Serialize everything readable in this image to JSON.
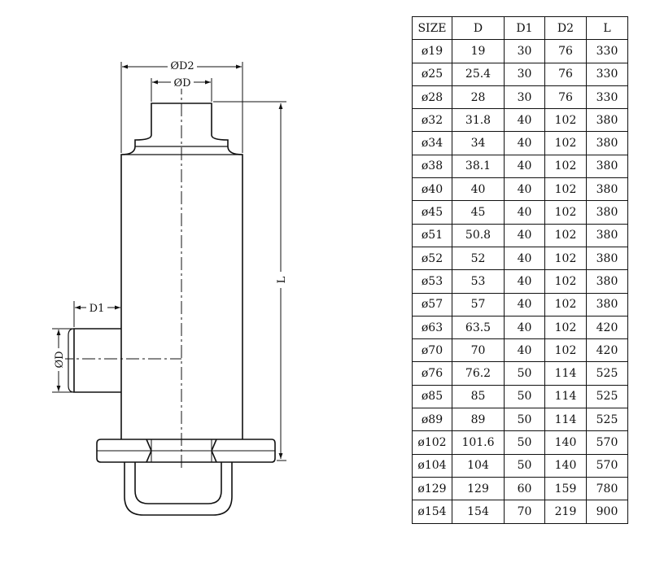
{
  "drawing": {
    "labels": {
      "d2": "ØD2",
      "d_top": "ØD",
      "d1": "D1",
      "d_side": "ØD",
      "l": "L"
    }
  },
  "table": {
    "headers": [
      "SIZE",
      "D",
      "D1",
      "D2",
      "L"
    ],
    "rows": [
      [
        "ø19",
        "19",
        "30",
        "76",
        "330"
      ],
      [
        "ø25",
        "25.4",
        "30",
        "76",
        "330"
      ],
      [
        "ø28",
        "28",
        "30",
        "76",
        "330"
      ],
      [
        "ø32",
        "31.8",
        "40",
        "102",
        "380"
      ],
      [
        "ø34",
        "34",
        "40",
        "102",
        "380"
      ],
      [
        "ø38",
        "38.1",
        "40",
        "102",
        "380"
      ],
      [
        "ø40",
        "40",
        "40",
        "102",
        "380"
      ],
      [
        "ø45",
        "45",
        "40",
        "102",
        "380"
      ],
      [
        "ø51",
        "50.8",
        "40",
        "102",
        "380"
      ],
      [
        "ø52",
        "52",
        "40",
        "102",
        "380"
      ],
      [
        "ø53",
        "53",
        "40",
        "102",
        "380"
      ],
      [
        "ø57",
        "57",
        "40",
        "102",
        "380"
      ],
      [
        "ø63",
        "63.5",
        "40",
        "102",
        "420"
      ],
      [
        "ø70",
        "70",
        "40",
        "102",
        "420"
      ],
      [
        "ø76",
        "76.2",
        "50",
        "114",
        "525"
      ],
      [
        "ø85",
        "85",
        "50",
        "114",
        "525"
      ],
      [
        "ø89",
        "89",
        "50",
        "114",
        "525"
      ],
      [
        "ø102",
        "101.6",
        "50",
        "140",
        "570"
      ],
      [
        "ø104",
        "104",
        "50",
        "140",
        "570"
      ],
      [
        "ø129",
        "129",
        "60",
        "159",
        "780"
      ],
      [
        "ø154",
        "154",
        "70",
        "219",
        "900"
      ]
    ]
  }
}
